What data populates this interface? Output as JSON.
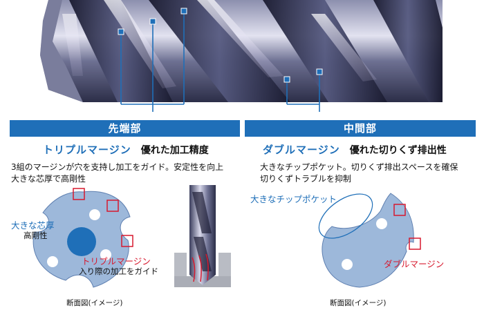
{
  "sections": {
    "tip": {
      "bar_label": "先端部",
      "feature": "トリプルマージン",
      "benefit": "優れた加工精度",
      "desc_lines": [
        "3組のマージンが穴を支持し加工をガイド。安定性を向上",
        "大きな芯厚で高剛性"
      ],
      "labels": {
        "core": "大きな芯厚",
        "rigidity": "高剛性",
        "margin": "トリプルマージン",
        "guide": "入り際の加工をガイド"
      },
      "caption": "断面図(イメージ)"
    },
    "middle": {
      "bar_label": "中間部",
      "feature": "ダブルマージン",
      "benefit": "優れた切りくず排出性",
      "desc_lines": [
        "大きなチップポケット。切りくず排出スペースを確保",
        "切りくずトラブルを抑制"
      ],
      "labels": {
        "pocket": "大きなチップポケット",
        "margin": "ダブルマージン"
      },
      "caption": "断面図(イメージ)"
    }
  },
  "colors": {
    "accent_blue": "#1f6fb8",
    "margin_red": "#d7192e",
    "section_fill": "#9db8da",
    "core_fill": "#1f6fb8",
    "drill_base": "#4a4e6e"
  }
}
